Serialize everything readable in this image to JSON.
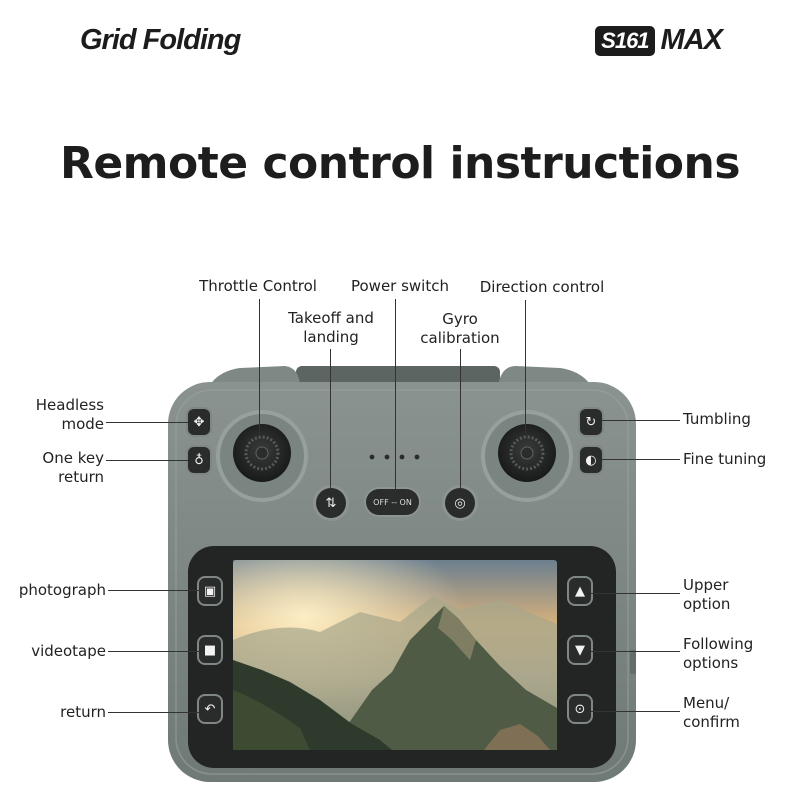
{
  "header": {
    "product_name": "Grid Folding",
    "model_badge": "S161",
    "model_suffix": "MAX"
  },
  "title": "Remote control instructions",
  "labels": {
    "throttle_control": "Throttle Control",
    "power_switch": "Power switch",
    "direction_control": "Direction control",
    "takeoff_landing_1": "Takeoff and",
    "takeoff_landing_2": "landing",
    "gyro_1": "Gyro",
    "gyro_2": "calibration",
    "headless_1": "Headless",
    "headless_2": "mode",
    "one_key_1": "One key",
    "one_key_2": "return",
    "tumbling": "Tumbling",
    "fine_tuning": "Fine tuning",
    "photograph": "photograph",
    "videotape": "videotape",
    "return": "return",
    "upper_1": "Upper",
    "upper_2": "option",
    "following_1": "Following",
    "following_2": "options",
    "menu_1": "Menu/",
    "menu_2": "confirm"
  },
  "power_button_text": "OFF -- ON",
  "colors": {
    "controller_body": "#7b8581",
    "screen_bezel": "#232525",
    "button": "#2a2c2b"
  }
}
